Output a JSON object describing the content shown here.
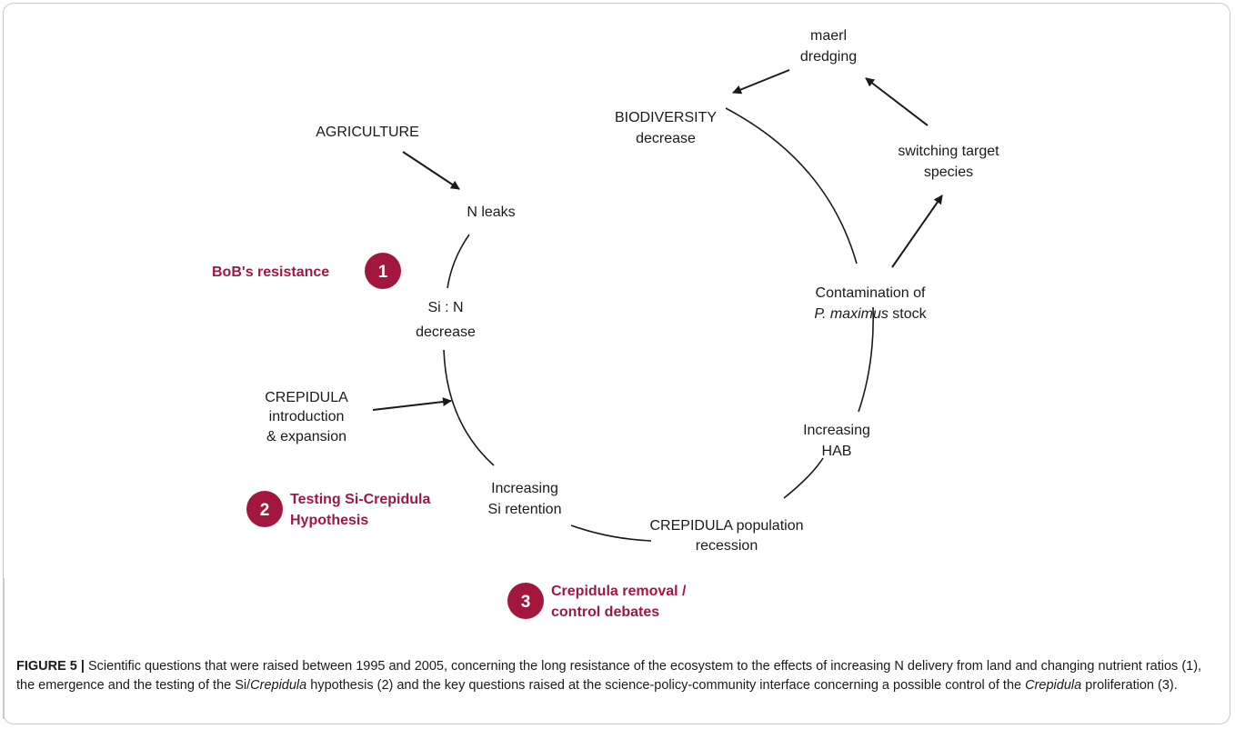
{
  "nodes": {
    "agriculture": "AGRICULTURE",
    "n_leaks": "N leaks",
    "si_n_1": "Si : N",
    "si_n_2": "decrease",
    "crep_intro_1": "CREPIDULA",
    "crep_intro_2": "introduction",
    "crep_intro_3": "& expansion",
    "si_ret_1": "Increasing",
    "si_ret_2": "Si retention",
    "crep_rec_1": "CREPIDULA population",
    "crep_rec_2": "recession",
    "hab_1": "Increasing",
    "hab_2": "HAB",
    "contam_1": "Contamination of",
    "contam_2_italic": "P. maximus",
    "contam_2_rest": " stock",
    "switch_1": "switching target",
    "switch_2": "species",
    "maerl_1": "maerl",
    "maerl_2": "dredging",
    "bio_1": "BIODIVERSITY",
    "bio_2": "decrease"
  },
  "callouts": [
    {
      "number": "1",
      "lines": [
        "BoB's resistance"
      ]
    },
    {
      "number": "2",
      "lines": [
        "Testing Si-Crepidula",
        "Hypothesis"
      ]
    },
    {
      "number": "3",
      "lines": [
        "Crepidula removal /",
        "control debates"
      ]
    }
  ],
  "colors": {
    "accent": "#a3173f",
    "line": "#1a1a1a"
  },
  "caption": {
    "label": "FIGURE 5 |",
    "t1": " Scientific questions that were raised between 1995 and 2005, concerning the long resistance of the ecosystem to the effects of increasing N delivery from land and changing nutrient ratios (1), the emergence and the testing of the Si/",
    "i1": "Crepidula",
    "t2": " hypothesis (2) and the key questions raised at the science-policy-community interface concerning a possible control of the ",
    "i2": "Crepidula",
    "t3": " proliferation (3)."
  }
}
